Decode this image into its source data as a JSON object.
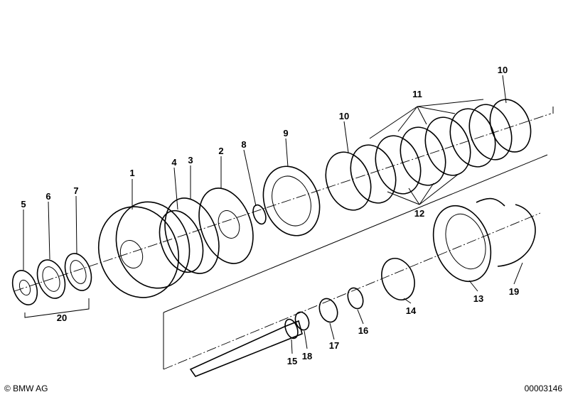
{
  "diagram": {
    "part_labels": {
      "p1": "1",
      "p2": "2",
      "p3": "3",
      "p4": "4",
      "p5": "5",
      "p6": "6",
      "p7": "7",
      "p8": "8",
      "p9": "9",
      "p10a": "10",
      "p10b": "10",
      "p11": "11",
      "p12": "12",
      "p13": "13",
      "p14": "14",
      "p15": "15",
      "p16": "16",
      "p17": "17",
      "p18": "18",
      "p19": "19",
      "p20": "20"
    }
  },
  "footer": {
    "copyright": "© BMW AG",
    "drawing_number": "00003146"
  }
}
